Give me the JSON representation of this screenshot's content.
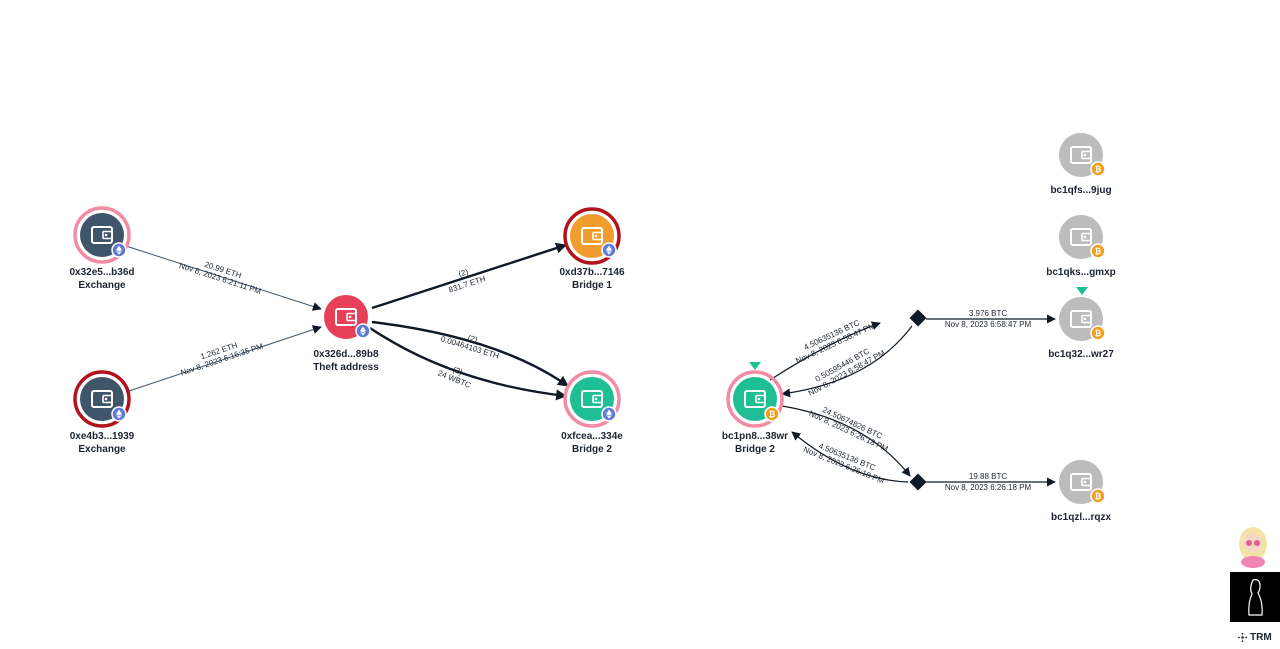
{
  "colors": {
    "exchange": "#3f5569",
    "theft": "#e9405a",
    "bridge1": "#f09c2e",
    "bridge2": "#1fbf96",
    "unknown": "#bcbcbc",
    "ring_dark_red": "#b3121c",
    "ring_pink": "#f28ba3",
    "eth_badge": "#5e7bd6",
    "btc_badge": "#f0a020",
    "edge": "#0f1a26",
    "marker": "#1fbf96"
  },
  "nodes": {
    "ex1": {
      "address": "0x32e5...b36d",
      "tag": "Exchange",
      "icon": "wallet-icon",
      "chain": "ETH"
    },
    "ex2": {
      "address": "0xe4b3...1939",
      "tag": "Exchange",
      "icon": "wallet-icon",
      "chain": "ETH"
    },
    "theft": {
      "address": "0x326d...89b8",
      "tag": "Theft address",
      "icon": "wallet-icon",
      "chain": "ETH"
    },
    "b1": {
      "address": "0xd37b...7146",
      "tag": "Bridge 1",
      "icon": "wallet-icon",
      "chain": "ETH"
    },
    "b2eth": {
      "address": "0xfcea...334e",
      "tag": "Bridge 2",
      "icon": "wallet-icon",
      "chain": "ETH"
    },
    "b2btc": {
      "address": "bc1pn8...38wr",
      "tag": "Bridge 2",
      "icon": "wallet-icon",
      "chain": "BTC"
    },
    "u1": {
      "address": "bc1qfs...9jug",
      "icon": "wallet-icon",
      "chain": "BTC"
    },
    "u2": {
      "address": "bc1qks...gmxp",
      "icon": "wallet-icon",
      "chain": "BTC"
    },
    "u3": {
      "address": "bc1q32...wr27",
      "icon": "wallet-icon",
      "chain": "BTC"
    },
    "u4": {
      "address": "bc1qzl...rqzx",
      "icon": "wallet-icon",
      "chain": "BTC"
    }
  },
  "edges": {
    "e1": {
      "amount": "20.99 ETH",
      "time": "Nov 8, 2023 6:21:11 PM"
    },
    "e2": {
      "amount": "1.262 ETH",
      "time": "Nov 8, 2023 6:16:35 PM"
    },
    "e3": {
      "count": "(2)",
      "amount": "831.7 ETH"
    },
    "e4": {
      "count": "(2)",
      "amount": "0.00464103 ETH"
    },
    "e5": {
      "count": "(2)",
      "amount": "24 WBTC"
    },
    "e6": {
      "amount": "4.50635136 BTC",
      "time": "Nov 8, 2023 6:58:47 PM"
    },
    "e7": {
      "amount": "0.50595446 BTC",
      "time": "Nov 8, 2023 6:58:47 PM"
    },
    "e8": {
      "amount": "3.976 BTC",
      "time": "Nov 8, 2023 6:58:47 PM"
    },
    "e9": {
      "amount": "24.50674826 BTC",
      "time": "Nov 8, 2023 6:26:18 PM"
    },
    "e10": {
      "amount": "4.50635136 BTC",
      "time": "Nov 8, 2023 6:26:18 PM"
    },
    "e11": {
      "amount": "19.88 BTC",
      "time": "Nov 8, 2023 6:26:18 PM"
    }
  },
  "branding": {
    "name": "TRM",
    "logo_icon": "trm-logo-icon"
  }
}
